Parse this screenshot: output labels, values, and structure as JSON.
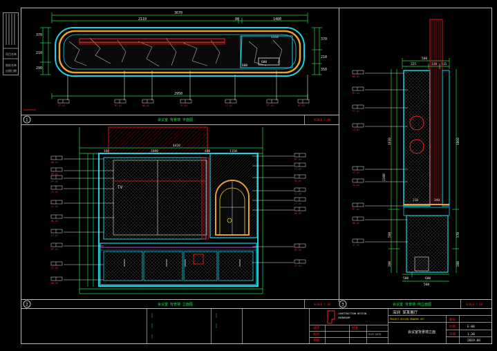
{
  "colors": {
    "background": "#000000",
    "frame": "#b8b8b8",
    "cyan": "#19d3e6",
    "red": "#ff2020",
    "green": "#20e050",
    "white": "#e8e8e8",
    "yellow": "#e8d020",
    "magenta": "#d040e0",
    "blue": "#5060ff",
    "orange": "#ff8020"
  },
  "top_plan": {
    "view_number": "1",
    "title": "会议室 背景墙 平面图",
    "scale": "SCALE 1:30",
    "dims_top": [
      "3670",
      "2110",
      "80",
      "1480"
    ],
    "dims_bottom": [
      "2950"
    ],
    "dims_left": [
      "370",
      "210",
      "290"
    ],
    "dims_right": [
      "370",
      "210",
      "350"
    ],
    "inner_labels": [
      "600",
      "1310",
      "680"
    ],
    "tags": [
      "ST-01",
      "MT-01",
      "WD-02",
      "GL-01",
      "LT-01",
      "PT-01",
      "MT-02"
    ]
  },
  "front_elev": {
    "view_number": "2",
    "title": "会议室 背景墙 立面图",
    "scale": "SCALE 1:30",
    "tv_label": "TV",
    "dims_top": [
      "4420",
      "160",
      "1890",
      "400",
      "1150"
    ],
    "tags_left": [
      "WD-01",
      "MT-01",
      "PT-01",
      "ST-01",
      "GL-02",
      "WD-03",
      "LT-01",
      "MT-02",
      "ST-02",
      "WD-04"
    ],
    "tags_right": [
      "MT-03",
      "PT-02",
      "GL-01",
      "ST-03",
      "LT-02",
      "WD-05",
      "MT-04",
      "ST-01"
    ]
  },
  "side_elev": {
    "view_number": "3",
    "title": "会议室 背景墙 侧立面图",
    "scale": "SCALE 1:30",
    "dims_top": [
      "560",
      "325",
      "120",
      "115"
    ],
    "dims_left": [
      "2380",
      "1610",
      "560",
      "280"
    ],
    "dims_right": [
      "1860",
      "570",
      "280"
    ],
    "dims_mid": [
      "210",
      "340"
    ],
    "dims_bottom": [
      "500",
      "600"
    ],
    "dims_bottom2": [
      "560"
    ],
    "tags": [
      "WD-01",
      "MT-01",
      "PT-01",
      "LT-01",
      "ST-01",
      "GL-01",
      "MT-02",
      "WD-02",
      "ST-02"
    ]
  },
  "title_block": {
    "company": "CONSTRUCTION DESIGN",
    "subtitle": "SHOWROOM",
    "project": "深圳 某某展厅",
    "project_sub": "PROJECT DESIGN DRAWING SET",
    "drawing_name": "会议室背景墙立面",
    "rows": [
      "设计",
      "校对",
      "审核",
      "批准"
    ],
    "right_rows": [
      "图号",
      "比例",
      "日期"
    ],
    "right_vals": [
      "E-08",
      "1:30",
      "2019.06"
    ],
    "stamp_sub": "PLOT DATE"
  },
  "side_legend": [
    "项目名称",
    "图纸名称",
    "出图日期"
  ]
}
